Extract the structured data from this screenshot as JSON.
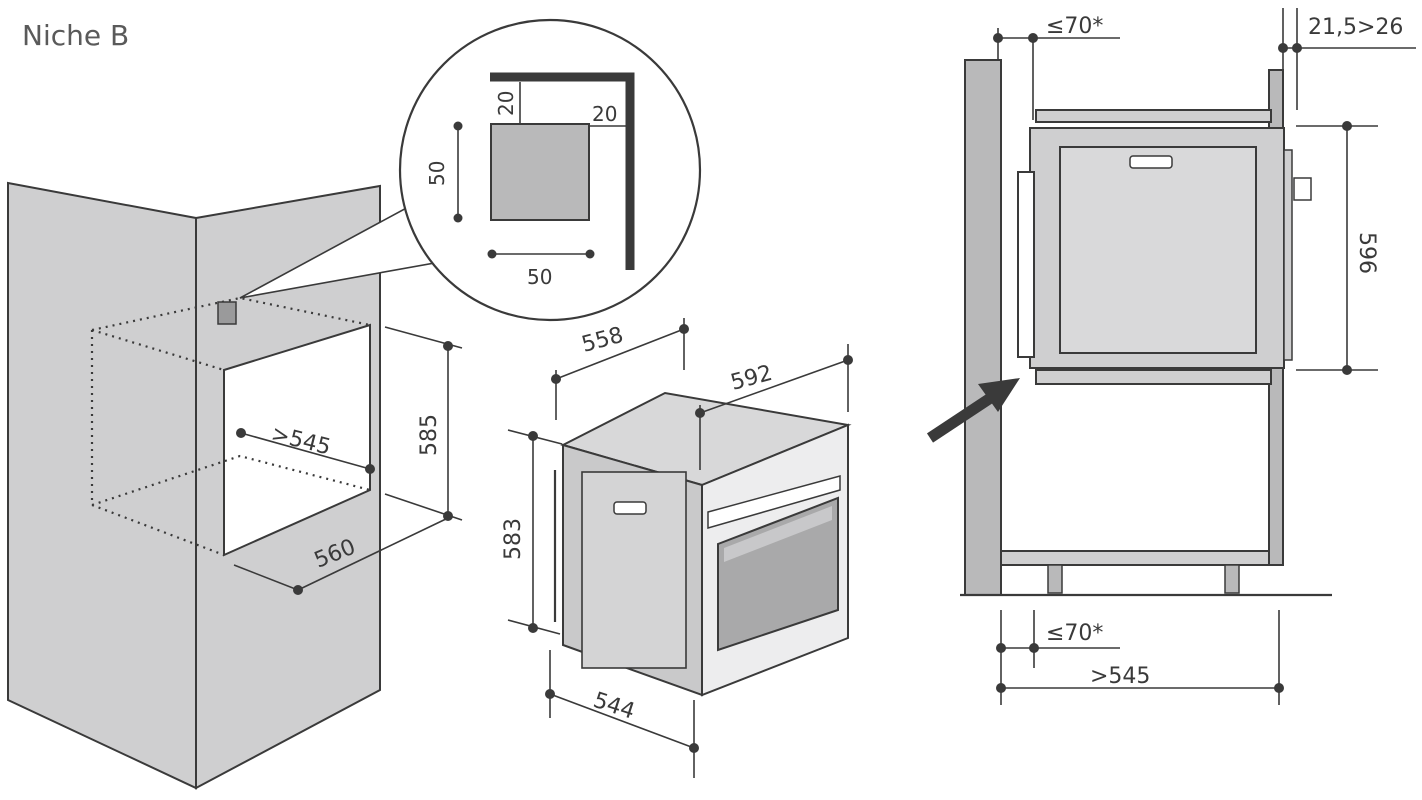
{
  "title": "Niche B",
  "detail": {
    "d1": "20",
    "d2": "20",
    "d3": "50",
    "d4": "50"
  },
  "niche": {
    "depth": ">545",
    "height": "585",
    "width": "560"
  },
  "oven": {
    "depth": "558",
    "width": "592",
    "height": "583",
    "side": "544"
  },
  "side_view": {
    "top_gap": "≤70*",
    "top_right": "21,5>26",
    "height": "596",
    "bottom_gap": "≤70*",
    "bottom_depth": ">545"
  },
  "colors": {
    "panel": "#cfcfd0",
    "line": "#3a3a3a"
  }
}
